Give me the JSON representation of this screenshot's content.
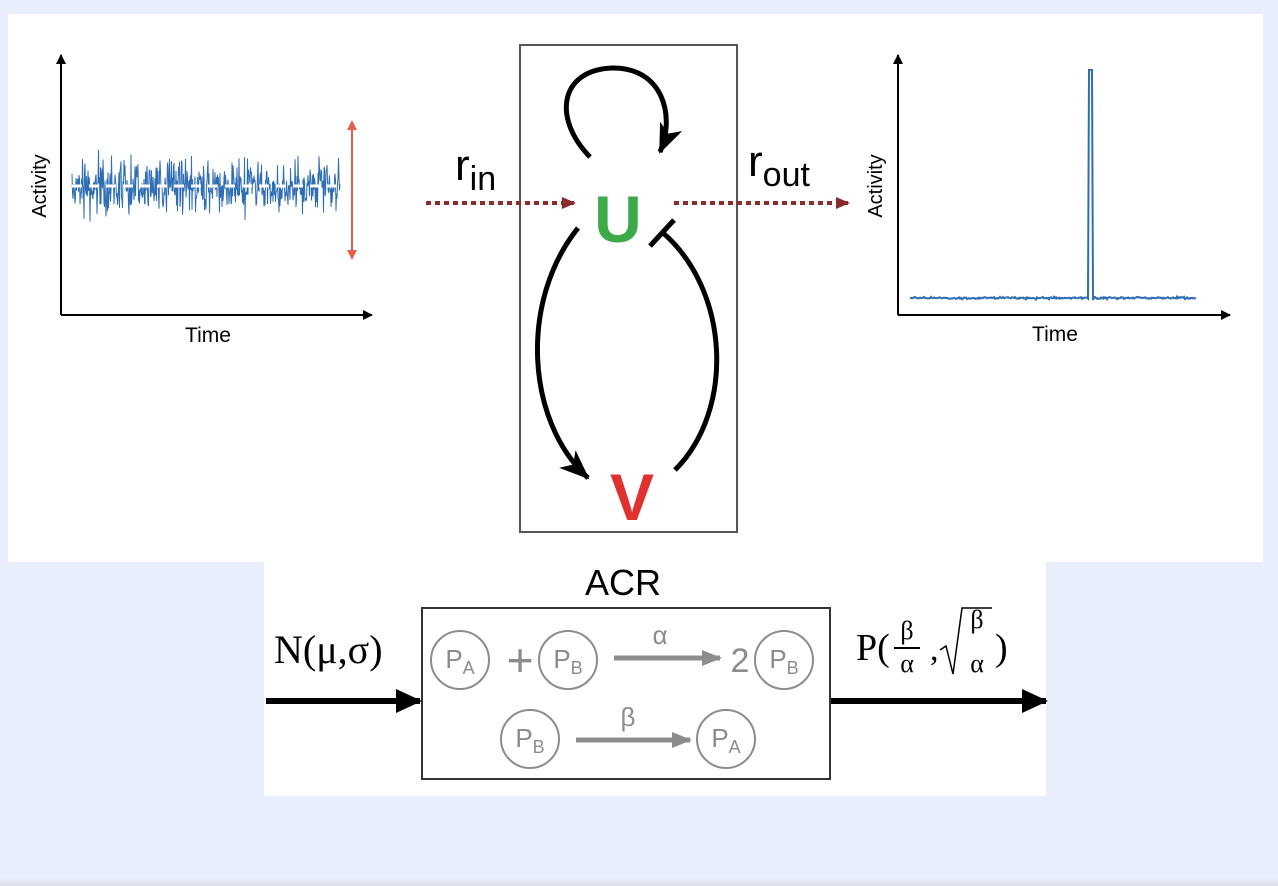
{
  "left_plot": {
    "y_label": "Activity",
    "x_label": "Time",
    "signal_color": "#2f6db5",
    "mean_line_color": "#ffffff",
    "range_arrow_color": "#e0604a"
  },
  "right_plot": {
    "y_label": "Activity",
    "x_label": "Time",
    "signal_color": "#2f6db5"
  },
  "network": {
    "input_label": {
      "base": "r",
      "sub": "in"
    },
    "output_label": {
      "base": "r",
      "sub": "out"
    },
    "node_u": {
      "label": "U",
      "color": "#3daa4a"
    },
    "node_v": {
      "label": "V",
      "color": "#e03030"
    },
    "dotted_arrow_color": "#8b2b2b",
    "box_label": "ACR"
  },
  "reaction": {
    "input_label": "N(μ,σ)",
    "output_label": {
      "prefix": "P(",
      "num": "β",
      "den": "α",
      "sep": ",",
      "root_num": "β",
      "root_den": "α",
      "suffix": ")"
    },
    "species_a": {
      "base": "P",
      "sub": "A"
    },
    "species_b": {
      "base": "P",
      "sub": "B"
    },
    "plus": "+",
    "rate_alpha": "α",
    "rate_beta": "β",
    "coefficient": "2",
    "species_color": "#8c8c8c"
  }
}
